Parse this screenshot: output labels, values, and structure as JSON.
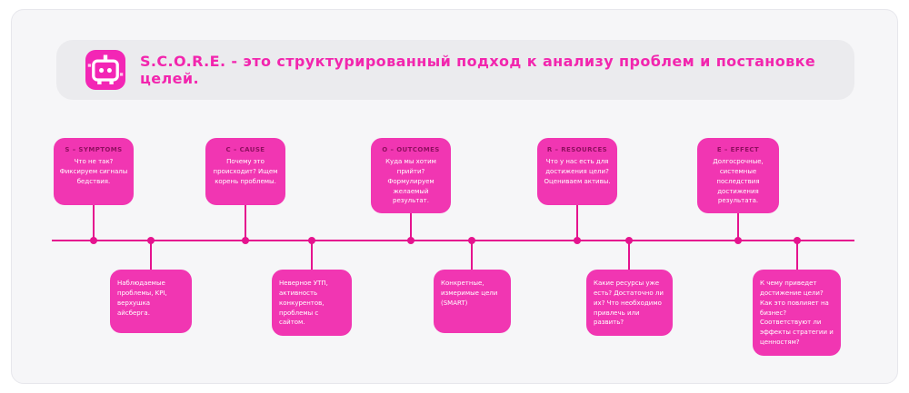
{
  "colors": {
    "page_bg": "#ffffff",
    "card_bg": "#f6f6f8",
    "header_bg": "#ebebee",
    "accent_pink": "#f226ae",
    "box_pink": "#f136b2",
    "line_pink": "#e5138e",
    "box_title_color": "#8f1060",
    "box_text_color": "#ffffff"
  },
  "header": {
    "icon": "pixel-tv-robot-icon",
    "title": "S.C.O.R.E. - это структурированный подход к анализу проблем и постановке целей."
  },
  "timeline": {
    "top_boxes": [
      {
        "title": "S – SYMPTOMS",
        "text": "Что не так? Фиксируем сигналы бедствия."
      },
      {
        "title": "C – CAUSE",
        "text": "Почему это происходит? Ищем корень проблемы."
      },
      {
        "title": "O – OUTCOMES",
        "text": "Куда мы хотим прийти? Формулируем желаемый результат."
      },
      {
        "title": "R – RESOURCES",
        "text": "Что у нас есть для достижения цели? Оцениваем активы."
      },
      {
        "title": "E – EFFECT",
        "text": "Долгосрочные, системные последствия достижения результата."
      }
    ],
    "bottom_boxes": [
      {
        "text": "Наблюдаемые проблемы, KPI, верхушка айсберга."
      },
      {
        "text": "Неверное УТП, активность конкурентов, проблемы с сайтом."
      },
      {
        "text": "Конкретные, измеримые цели (SMART)"
      },
      {
        "text": "Какие ресурсы уже есть? Достаточно ли их? Что необходимо привлечь или развить?"
      },
      {
        "text": "К чему приведет достижение цели? Как это повлияет на бизнес? Соответствуют ли эффекты стратегии и ценностям?"
      }
    ]
  }
}
